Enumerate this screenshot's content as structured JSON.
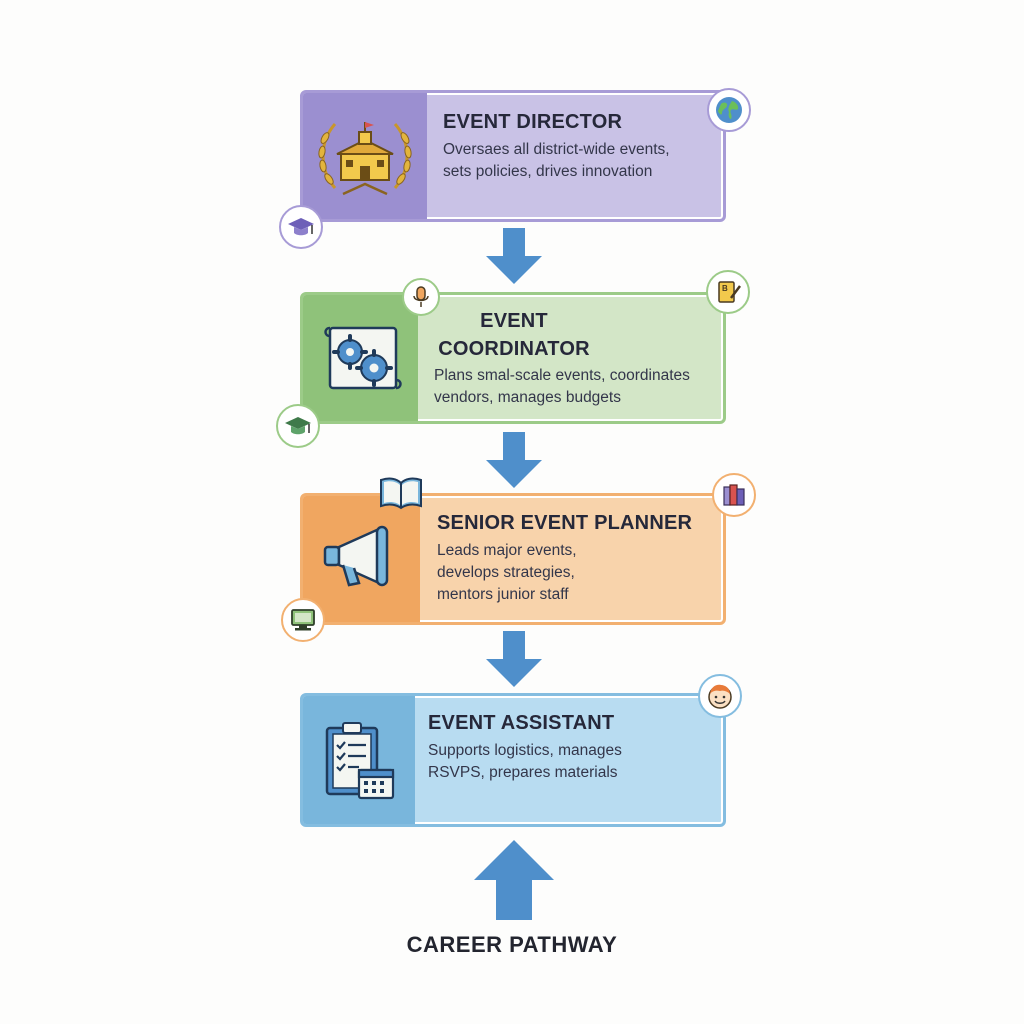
{
  "colors": {
    "director": "#9b8fd0",
    "coordinator": "#8fc27a",
    "planner": "#f0a660",
    "assistant": "#79b6dc",
    "arrow": "#4f8fcb"
  },
  "stages": [
    {
      "title": "EVENT DIRECTOR",
      "description": "Oversaes all district-wide events,\nsets policies, drives innovation",
      "icon": "school-laurel-icon",
      "badges": [
        "globe-icon",
        "graduation-cap-icon"
      ]
    },
    {
      "title": "EVENT\nCOORDINATOR",
      "description": "Plans smal-scale events, coordinates\nvendors, manages budgets",
      "icon": "gears-blueprint-icon",
      "badges": [
        "microphone-icon",
        "clipboard-pen-icon",
        "graduation-cap-icon"
      ]
    },
    {
      "title": "SENIOR EVENT PLANNER",
      "description": "Leads major events,\ndevelops strategies,\nmentors junior staff",
      "icon": "megaphone-icon",
      "badges": [
        "open-book-icon",
        "books-icon",
        "computer-icon"
      ]
    },
    {
      "title": "EVENT ASSISTANT",
      "description": "Supports logistics, manages\nRSVPS, prepares materials",
      "icon": "checklist-calendar-icon",
      "badges": [
        "smiley-face-icon"
      ]
    }
  ],
  "caption": "CAREER PATHWAY"
}
